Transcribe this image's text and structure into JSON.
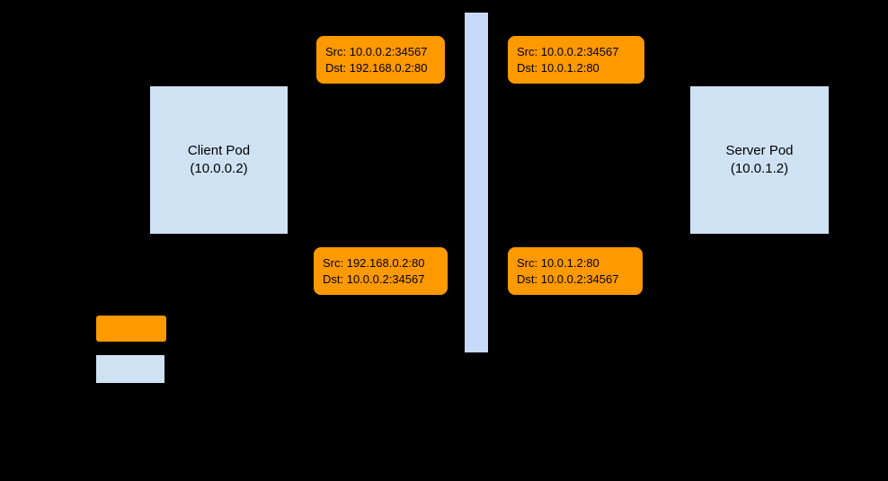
{
  "diagram": {
    "client_pod": {
      "title": "Client Pod",
      "subtitle": "(10.0.0.2)"
    },
    "server_pod": {
      "title": "Server Pod",
      "subtitle": "(10.0.1.2)"
    },
    "packets": [
      {
        "src": "Src: 10.0.0.2:34567",
        "dst": "Dst: 192.168.0.2:80"
      },
      {
        "src": "Src: 10.0.0.2:34567",
        "dst": "Dst: 10.0.1.2:80"
      },
      {
        "src": "Src: 192.168.0.2:80",
        "dst": "Dst: 10.0.0.2:34567"
      },
      {
        "src": "Src: 10.0.1.2:80",
        "dst": "Dst: 10.0.0.2:34567"
      }
    ],
    "colors": {
      "background": "#000000",
      "pod_fill": "#cfe2f3",
      "bar_fill": "#c9daf8",
      "packet_fill": "#ff9900"
    }
  }
}
